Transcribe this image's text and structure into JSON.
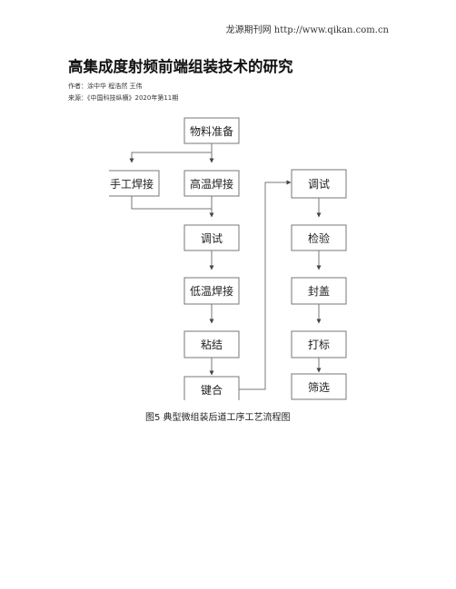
{
  "header": {
    "site": "龙源期刊网 http://www.qikan.com.cn"
  },
  "article": {
    "title": "高集成度射频前端组装技术的研究",
    "authors_line": "作者：涂中华 程浩然 王伟",
    "source_line": "来源：《中国科技纵横》2020年第11期"
  },
  "figure": {
    "caption": "图5 典型微组装后道工序工艺流程图",
    "steps": {
      "material_prep": "物料准备",
      "manual_solder": "手工焊接",
      "high_temp_solder": "高温焊接",
      "debug_1": "调试",
      "low_temp_solder": "低温焊接",
      "bonding_glue": "粘结",
      "wire_bonding": "键合",
      "debug_2": "调试",
      "inspection": "检验",
      "sealing": "封盖",
      "marking": "打标",
      "screening": "筛选"
    }
  }
}
